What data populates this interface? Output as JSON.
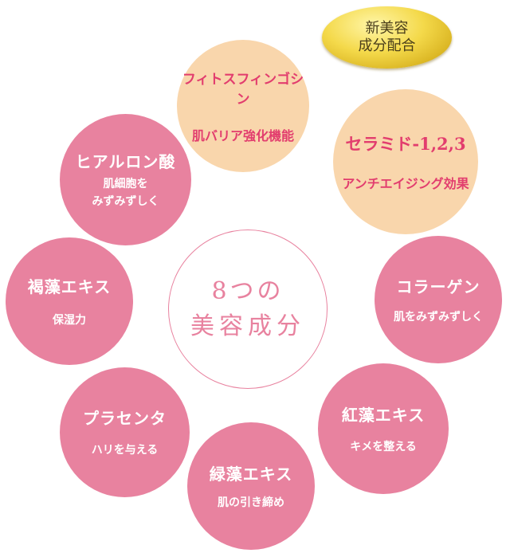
{
  "center": {
    "line1": "8つの",
    "line2": "美容成分"
  },
  "badge": {
    "line1": "新美容",
    "line2": "成分配合"
  },
  "ingredients": [
    {
      "name": "フィトスフィンゴシン",
      "effect": "肌バリア強化機能"
    },
    {
      "name": "セラミド-1,2,3",
      "effect": "アンチエイジング効果"
    },
    {
      "name": "コラーゲン",
      "effect": "肌をみずみずしく"
    },
    {
      "name": "紅藻エキス",
      "effect": "キメを整える"
    },
    {
      "name": "緑藻エキス",
      "effect": "肌の引き締め"
    },
    {
      "name": "プラセンタ",
      "effect": "ハリを与える"
    },
    {
      "name": "褐藻エキス",
      "effect": "保湿力"
    },
    {
      "name": "ヒアルロン酸",
      "effect_line1": "肌細胞を",
      "effect_line2": "みずみずしく"
    }
  ],
  "colors": {
    "pink": "#e8829f",
    "peach": "#f9d6ac",
    "peach_text": "#e23d6e",
    "gold": "#f4d94a"
  }
}
